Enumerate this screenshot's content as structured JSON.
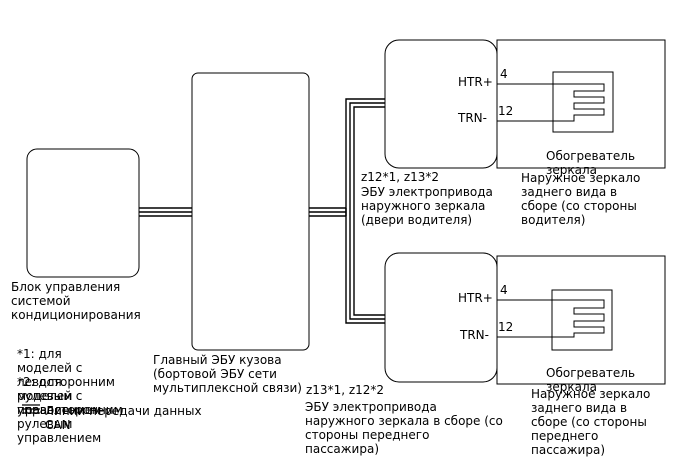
{
  "aircon_label": "Блок управления\nсистемой\nкондиционирования",
  "main_ecu_label": "Главный ЭБУ кузова\n(бортовой ЭБУ сети\nмультиплексной связи)",
  "driver_ecu": {
    "code": "z12*1, z13*2",
    "label": "ЭБУ электропривода\nнаружного зеркала\n(двери водителя)"
  },
  "passenger_ecu": {
    "code": "z13*1, z12*2",
    "label": "ЭБУ электропривода\nнаружного зеркала в сборе (со\nстороны переднего\nпассажира)"
  },
  "driver_mirror": {
    "label": "Наружное зеркало\nзаднего вида в\nсборе (со стороны\nводителя)",
    "heater_label": "Обогреватель\nзеркала",
    "pins": [
      {
        "name": "HTR+",
        "number": "4"
      },
      {
        "name": "TRN-",
        "number": "12"
      }
    ]
  },
  "passenger_mirror": {
    "label": "Наружное зеркало\nзаднего вида в\nсборе (со стороны\nпереднего\nпассажира)",
    "heater_label": "Обогреватель\nзеркала",
    "pins": [
      {
        "name": "HTR+",
        "number": "4"
      },
      {
        "name": "TRN-",
        "number": "12"
      }
    ]
  },
  "notes": {
    "note1": "*1: для\nмоделей с\nлевосторонним\nрулевым\nуправлением",
    "note2": "*2: для\nмоделей с\nправосторонним\nрулевым\nуправлением",
    "bus_legend": "Линии передачи данных\nCAN"
  },
  "colors": {
    "line": "#000000",
    "background": "#ffffff"
  }
}
